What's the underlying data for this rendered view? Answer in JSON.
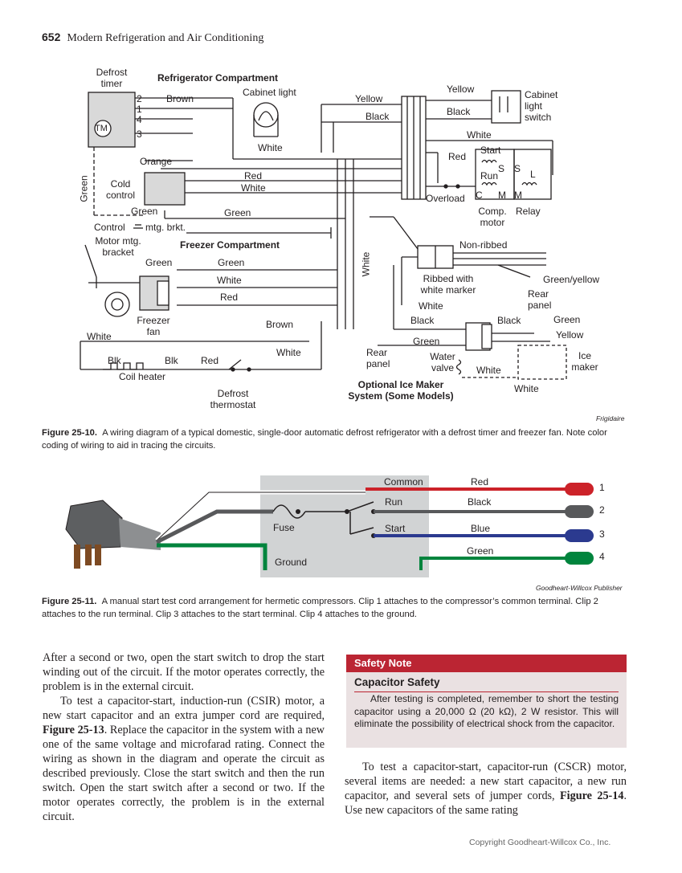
{
  "header": {
    "page_number": "652",
    "running_title": "Modern Refrigeration and Air Conditioning"
  },
  "figure1": {
    "labels": {
      "defrost_timer": "Defrost\ntimer",
      "refrigerator_compartment": "Refrigerator Compartment",
      "cabinet_light": "Cabinet light",
      "cabinet_light_switch": "Cabinet\nlight\nswitch",
      "brown_top": "Brown",
      "yellow_top": "Yellow",
      "yellow_right": "Yellow",
      "black_mid": "Black",
      "black_right": "Black",
      "white_top": "White",
      "white_light": "White",
      "red_overload": "Red",
      "start": "Start",
      "run": "Run",
      "s1": "S",
      "s2": "S",
      "l": "L",
      "c": "C",
      "m1": "M",
      "m2": "M",
      "overload": "Overload",
      "comp_motor": "Comp.\nmotor",
      "relay": "Relay",
      "orange": "Orange",
      "red_mid": "Red",
      "white_mid": "White",
      "cold_control": "Cold\ncontrol",
      "green_vert": "Green",
      "green_cc": "Green",
      "green_long": "Green",
      "control_mtg_brkt": "Control",
      "mtg_brkt": "mtg. brkt.",
      "tm": "TM",
      "t2": "2",
      "t1": "1",
      "t4": "4",
      "t3": "3",
      "motor_mtg_bracket": "Motor mtg.\nbracket",
      "freezer_compartment": "Freezer Compartment",
      "green_fz1": "Green",
      "green_fz2": "Green",
      "white_fz": "White",
      "red_fz": "Red",
      "white_vert": "White",
      "non_ribbed": "Non-ribbed",
      "ribbed": "Ribbed with\nwhite marker",
      "green_yellow": "Green/yellow",
      "rear_panel_right": "Rear\npanel",
      "white_ice": "White",
      "black_ice1": "Black",
      "black_ice2": "Black",
      "green_ice1": "Green",
      "green_ice2": "Green",
      "yellow_ice": "Yellow",
      "freezer_fan": "Freezer\nfan",
      "white_left": "White",
      "brown_fz": "Brown",
      "white_heater": "White",
      "blk1": "Blk",
      "blk2": "Blk",
      "red_heater": "Red",
      "coil_heater": "Coil heater",
      "defrost_thermostat": "Defrost\nthermostat",
      "rear_panel_left": "Rear\npanel",
      "water_valve": "Water\nvalve",
      "white_valve": "White",
      "ice_maker": "Ice\nmaker",
      "white_bottom": "White",
      "optional_ice": "Optional Ice Maker\nSystem (Some Models)"
    },
    "credit": "Frigidaire",
    "caption_label": "Figure 25-10.",
    "caption_text": "A wiring diagram of a typical domestic, single-door automatic defrost refrigerator with a defrost timer and freezer fan. Note color coding of wiring to aid in tracing the circuits."
  },
  "figure2": {
    "labels": {
      "common": "Common",
      "run": "Run",
      "start": "Start",
      "fuse": "Fuse",
      "ground": "Ground",
      "red": "Red",
      "black": "Black",
      "blue": "Blue",
      "green": "Green",
      "clip1": "1",
      "clip2": "2",
      "clip3": "3",
      "clip4": "4"
    },
    "colors": {
      "red": "#cc2229",
      "black": "#58595b",
      "blue": "#2b3a8f",
      "green": "#00843d",
      "box": "#d1d3d4"
    },
    "credit": "Goodheart-Willcox Publisher",
    "caption_label": "Figure 25-11.",
    "caption_text": "A manual start test cord arrangement for hermetic compressors. Clip 1 attaches to the compressor’s common terminal. Clip 2 attaches to the run terminal. Clip 3 attaches to the start terminal. Clip 4 attaches to the ground."
  },
  "left_column": {
    "p1": "After a second or two, open the start switch to drop the start winding out of the circuit. If the motor operates correctly, the problem is in the external circuit.",
    "p2_pre": "To test a capacitor-start, induction-run (CSIR) motor, a new start capacitor and an extra jumper cord are required,",
    "p2_ref": "Figure 25-13",
    "p2_post": ". Replace the capacitor in the system with a new one of the same voltage and microfarad rating. Connect the wiring as shown in the diagram and operate the circuit as described previously. Close the start switch and then the run switch. Open the start switch after a second or two. If the motor operates correctly, the problem is in the external circuit."
  },
  "safety_note": {
    "heading": "Safety Note",
    "title": "Capacitor Safety",
    "body": "After testing is completed, remember to short the testing capacitor using a 20,000 Ω (20 kΩ), 2 W resistor. This will eliminate the possibility of electrical shock from the capacitor.",
    "colors": {
      "accent": "#bb2533",
      "background": "#eae1e2"
    }
  },
  "right_column": {
    "p1_pre": "To test a capacitor-start, capacitor-run (CSCR) motor, several items are needed: a new start capacitor, a new run capacitor, and several sets of jumper cords,",
    "p1_ref": "Figure 25-14",
    "p1_post": ". Use new capacitors of the same rating"
  },
  "footer": {
    "copyright": "Copyright Goodheart-Willcox Co., Inc."
  }
}
